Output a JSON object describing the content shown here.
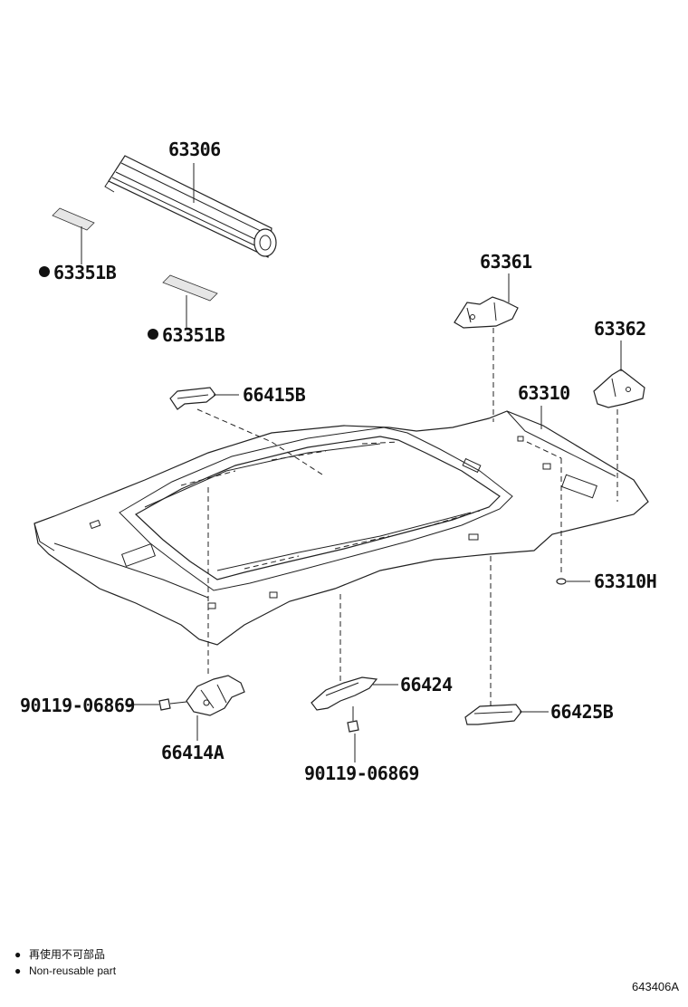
{
  "parts": [
    {
      "id": "p-63306",
      "number": "63306",
      "non_reusable": false
    },
    {
      "id": "p-63351b-a",
      "number": "63351B",
      "non_reusable": true
    },
    {
      "id": "p-63351b-b",
      "number": "63351B",
      "non_reusable": true
    },
    {
      "id": "p-63361",
      "number": "63361",
      "non_reusable": false
    },
    {
      "id": "p-63362",
      "number": "63362",
      "non_reusable": false
    },
    {
      "id": "p-66415b",
      "number": "66415B",
      "non_reusable": false
    },
    {
      "id": "p-63310",
      "number": "63310",
      "non_reusable": false
    },
    {
      "id": "p-63310h",
      "number": "63310H",
      "non_reusable": false
    },
    {
      "id": "p-66424",
      "number": "66424",
      "non_reusable": false
    },
    {
      "id": "p-66425b",
      "number": "66425B",
      "non_reusable": false
    },
    {
      "id": "p-90119-a",
      "number": "90119-06869",
      "non_reusable": false
    },
    {
      "id": "p-66414a",
      "number": "66414A",
      "non_reusable": false
    },
    {
      "id": "p-90119-b",
      "number": "90119-06869",
      "non_reusable": false
    }
  ],
  "legend": {
    "marker": "●",
    "line_cn": "再使用不可部品",
    "line_en": "Non-reusable part"
  },
  "diagram_id": "643406A"
}
